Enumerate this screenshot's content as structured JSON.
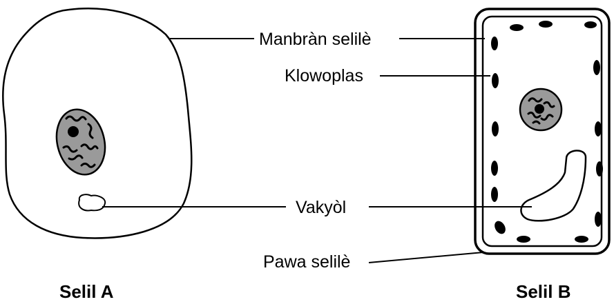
{
  "labels": {
    "cell_membrane": "Manbràn selilè",
    "chloroplast": "Klowoplas",
    "vacuole": "Vakyòl",
    "cell_wall": "Pawa selilè"
  },
  "titles": {
    "cell_a": "Selil A",
    "cell_b": "Selil B"
  },
  "colors": {
    "line": "#000000",
    "nucleus_fill": "#9a9a9a",
    "background": "#ffffff"
  }
}
